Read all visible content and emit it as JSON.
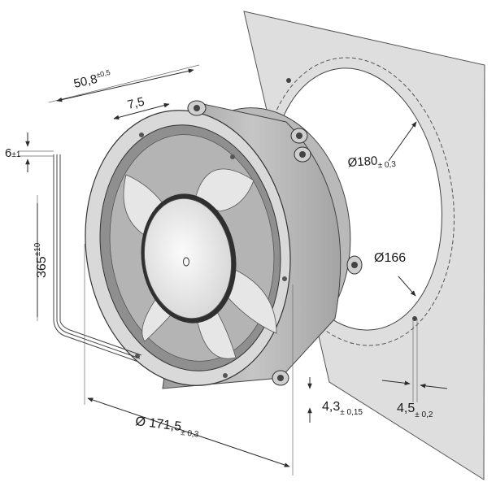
{
  "dimensions": {
    "length": {
      "value": "50,8",
      "tolerance": "±0,5"
    },
    "offset": {
      "value": "7,5"
    },
    "wire_strip": {
      "value": "6",
      "tolerance": "±1"
    },
    "cable_length": {
      "value": "365",
      "tolerance": "±10"
    },
    "hole_circle": {
      "value": "Ø180",
      "tolerance": "± 0,3"
    },
    "cutout": {
      "value": "Ø166"
    },
    "diameter": {
      "value": "Ø 171,5",
      "tolerance": "± 0,3"
    },
    "flange_thickness": {
      "value": "4,3",
      "tolerance": "± 0,15"
    },
    "hole_size": {
      "value": "4,5",
      "tolerance": "± 0,2"
    }
  },
  "colors": {
    "line": "#2b2b2b",
    "panel": "#dcdcdc",
    "fan_body": "#c8c8c8",
    "blade": "#e4e4e4",
    "hub": "#f2f2f2"
  }
}
